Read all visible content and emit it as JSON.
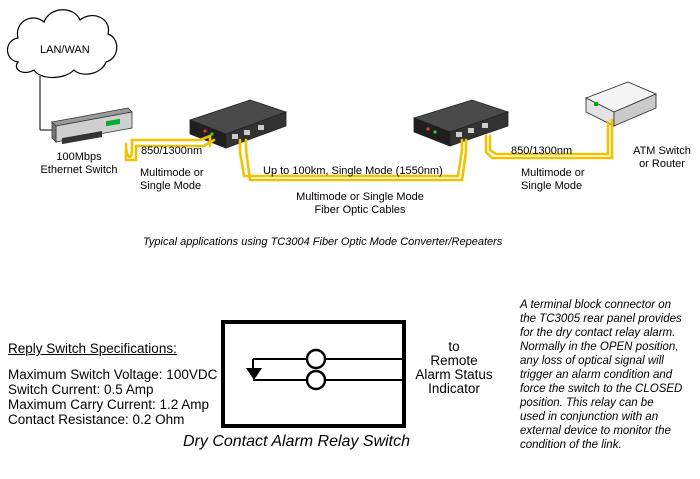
{
  "network": {
    "cloud_label": "LAN/WAN",
    "switch_label_line1": "100Mbps",
    "switch_label_line2": "Ethernet Switch",
    "wavelength_left": "850/1300nm",
    "mode_left_line1": "Multimode or",
    "mode_left_line2": "Single Mode",
    "link_label": "Up to 100km, Single Mode (1550nm)",
    "cable_line1": "Multimode or Single Mode",
    "cable_line2": "Fiber Optic Cables",
    "wavelength_right": "850/1300nm",
    "mode_right_line1": "Multimode or",
    "mode_right_line2": "Single Mode",
    "router_line1": "ATM Switch",
    "router_line2": "or Router",
    "caption": "Typical applications using TC3004  Fiber Optic Mode Converter/Repeaters"
  },
  "relay": {
    "spec_title": "Reply Switch Specifications:",
    "specs": [
      "Maximum Switch Voltage: 100VDC",
      "Switch Current: 0.5 Amp",
      "Maximum Carry Current: 1.2 Amp",
      "Contact Resistance: 0.2 Ohm"
    ],
    "indicator_lines": [
      "to",
      "Remote",
      "Alarm Status",
      "Indicator"
    ],
    "caption": "Dry Contact Alarm Relay Switch",
    "description": [
      "A terminal block connector on",
      "the TC3005 rear panel provides",
      "for the dry contact relay alarm.",
      "Normally in the OPEN position,",
      "any loss of optical signal will",
      "trigger an alarm condition and",
      "force the switch to the CLOSED",
      "position. This relay can be",
      "used in conjunction with an",
      "external device to monitor the",
      "condition of the link."
    ]
  },
  "colors": {
    "fiber": "#f2c200",
    "device_dark": "#2b2b2b",
    "device_light": "#d0d0d0"
  }
}
